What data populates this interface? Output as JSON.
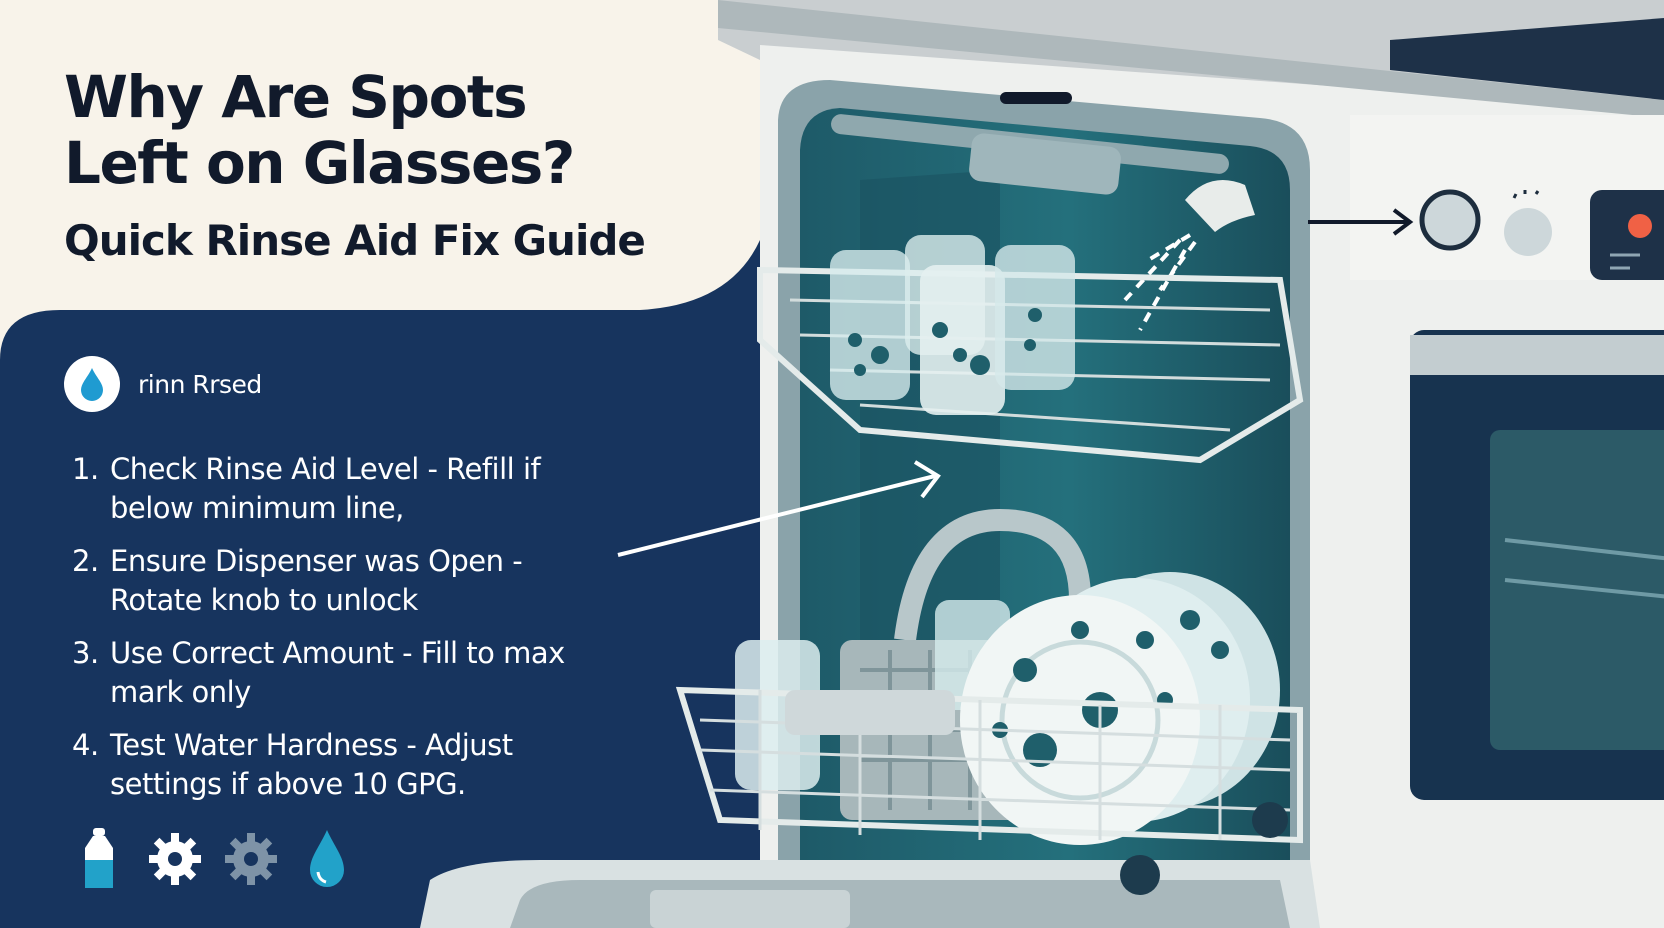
{
  "infographic": {
    "title_line1": "Why Are Spots",
    "title_line2": "Left on Glasses?",
    "subtitle": "Quick Rinse Aid Fix Guide",
    "brand_name": "rinn Rrsed",
    "brand_icon": "water-drop-icon",
    "steps": [
      {
        "number": "1.",
        "text": "Check Rinse Aid Level - Refill if below minimum line,"
      },
      {
        "number": "2.",
        "text": "Ensure Dispenser was Open - Rotate knob to unlock"
      },
      {
        "number": "3.",
        "text": "Use Correct Amount - Fill to max mark only"
      },
      {
        "number": "4.",
        "text": "Test Water Hardness - Adjust settings if above 10 GPG."
      }
    ],
    "footer_icons": [
      "rinse-aid-bottle-icon",
      "gear-icon",
      "gear-icon",
      "water-drop-icon"
    ]
  },
  "colors": {
    "background": "#f8f3ea",
    "navy_panel": "#17345e",
    "teal_tub": "#1f6270",
    "water_blue": "#1f9bd1",
    "indicator_red": "#f06145"
  }
}
